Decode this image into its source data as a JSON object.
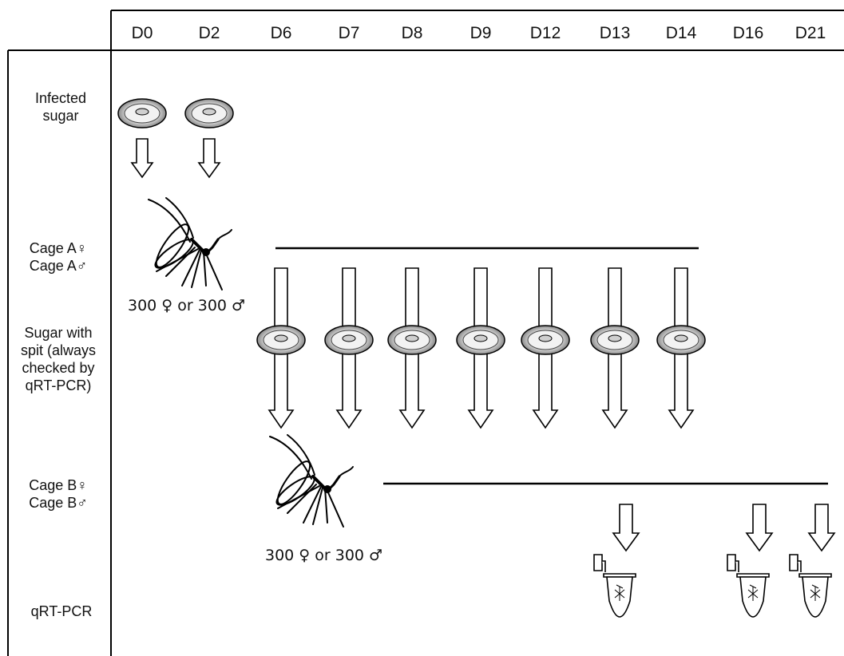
{
  "days": [
    "D0",
    "D2",
    "D6",
    "D7",
    "D8",
    "D9",
    "D12",
    "D13",
    "D14",
    "D16",
    "D21"
  ],
  "rows": {
    "infected_sugar": "Infected sugar",
    "cage_a_female": "Cage A♀",
    "cage_a_male": "Cage A♂",
    "sugar_with_spit": "Sugar with spit (always checked by qRT-PCR)",
    "cage_b_female": "Cage B♀",
    "cage_b_male": "Cage B♂",
    "qrt_pcr": "qRT-PCR"
  },
  "cage_a_count": "300 ♀ or 300 ♂",
  "cage_b_count": "300 ♀ or 300 ♂",
  "infected_sugar_days": [
    "D0",
    "D2"
  ],
  "spit_sugar_days": [
    "D6",
    "D7",
    "D8",
    "D9",
    "D12",
    "D13",
    "D14"
  ],
  "qrt_pcr_days": [
    "D13",
    "D16",
    "D21"
  ],
  "icons": [
    "sugar-dish-icon",
    "mosquito-icon",
    "down-arrow-icon",
    "tube-icon"
  ]
}
